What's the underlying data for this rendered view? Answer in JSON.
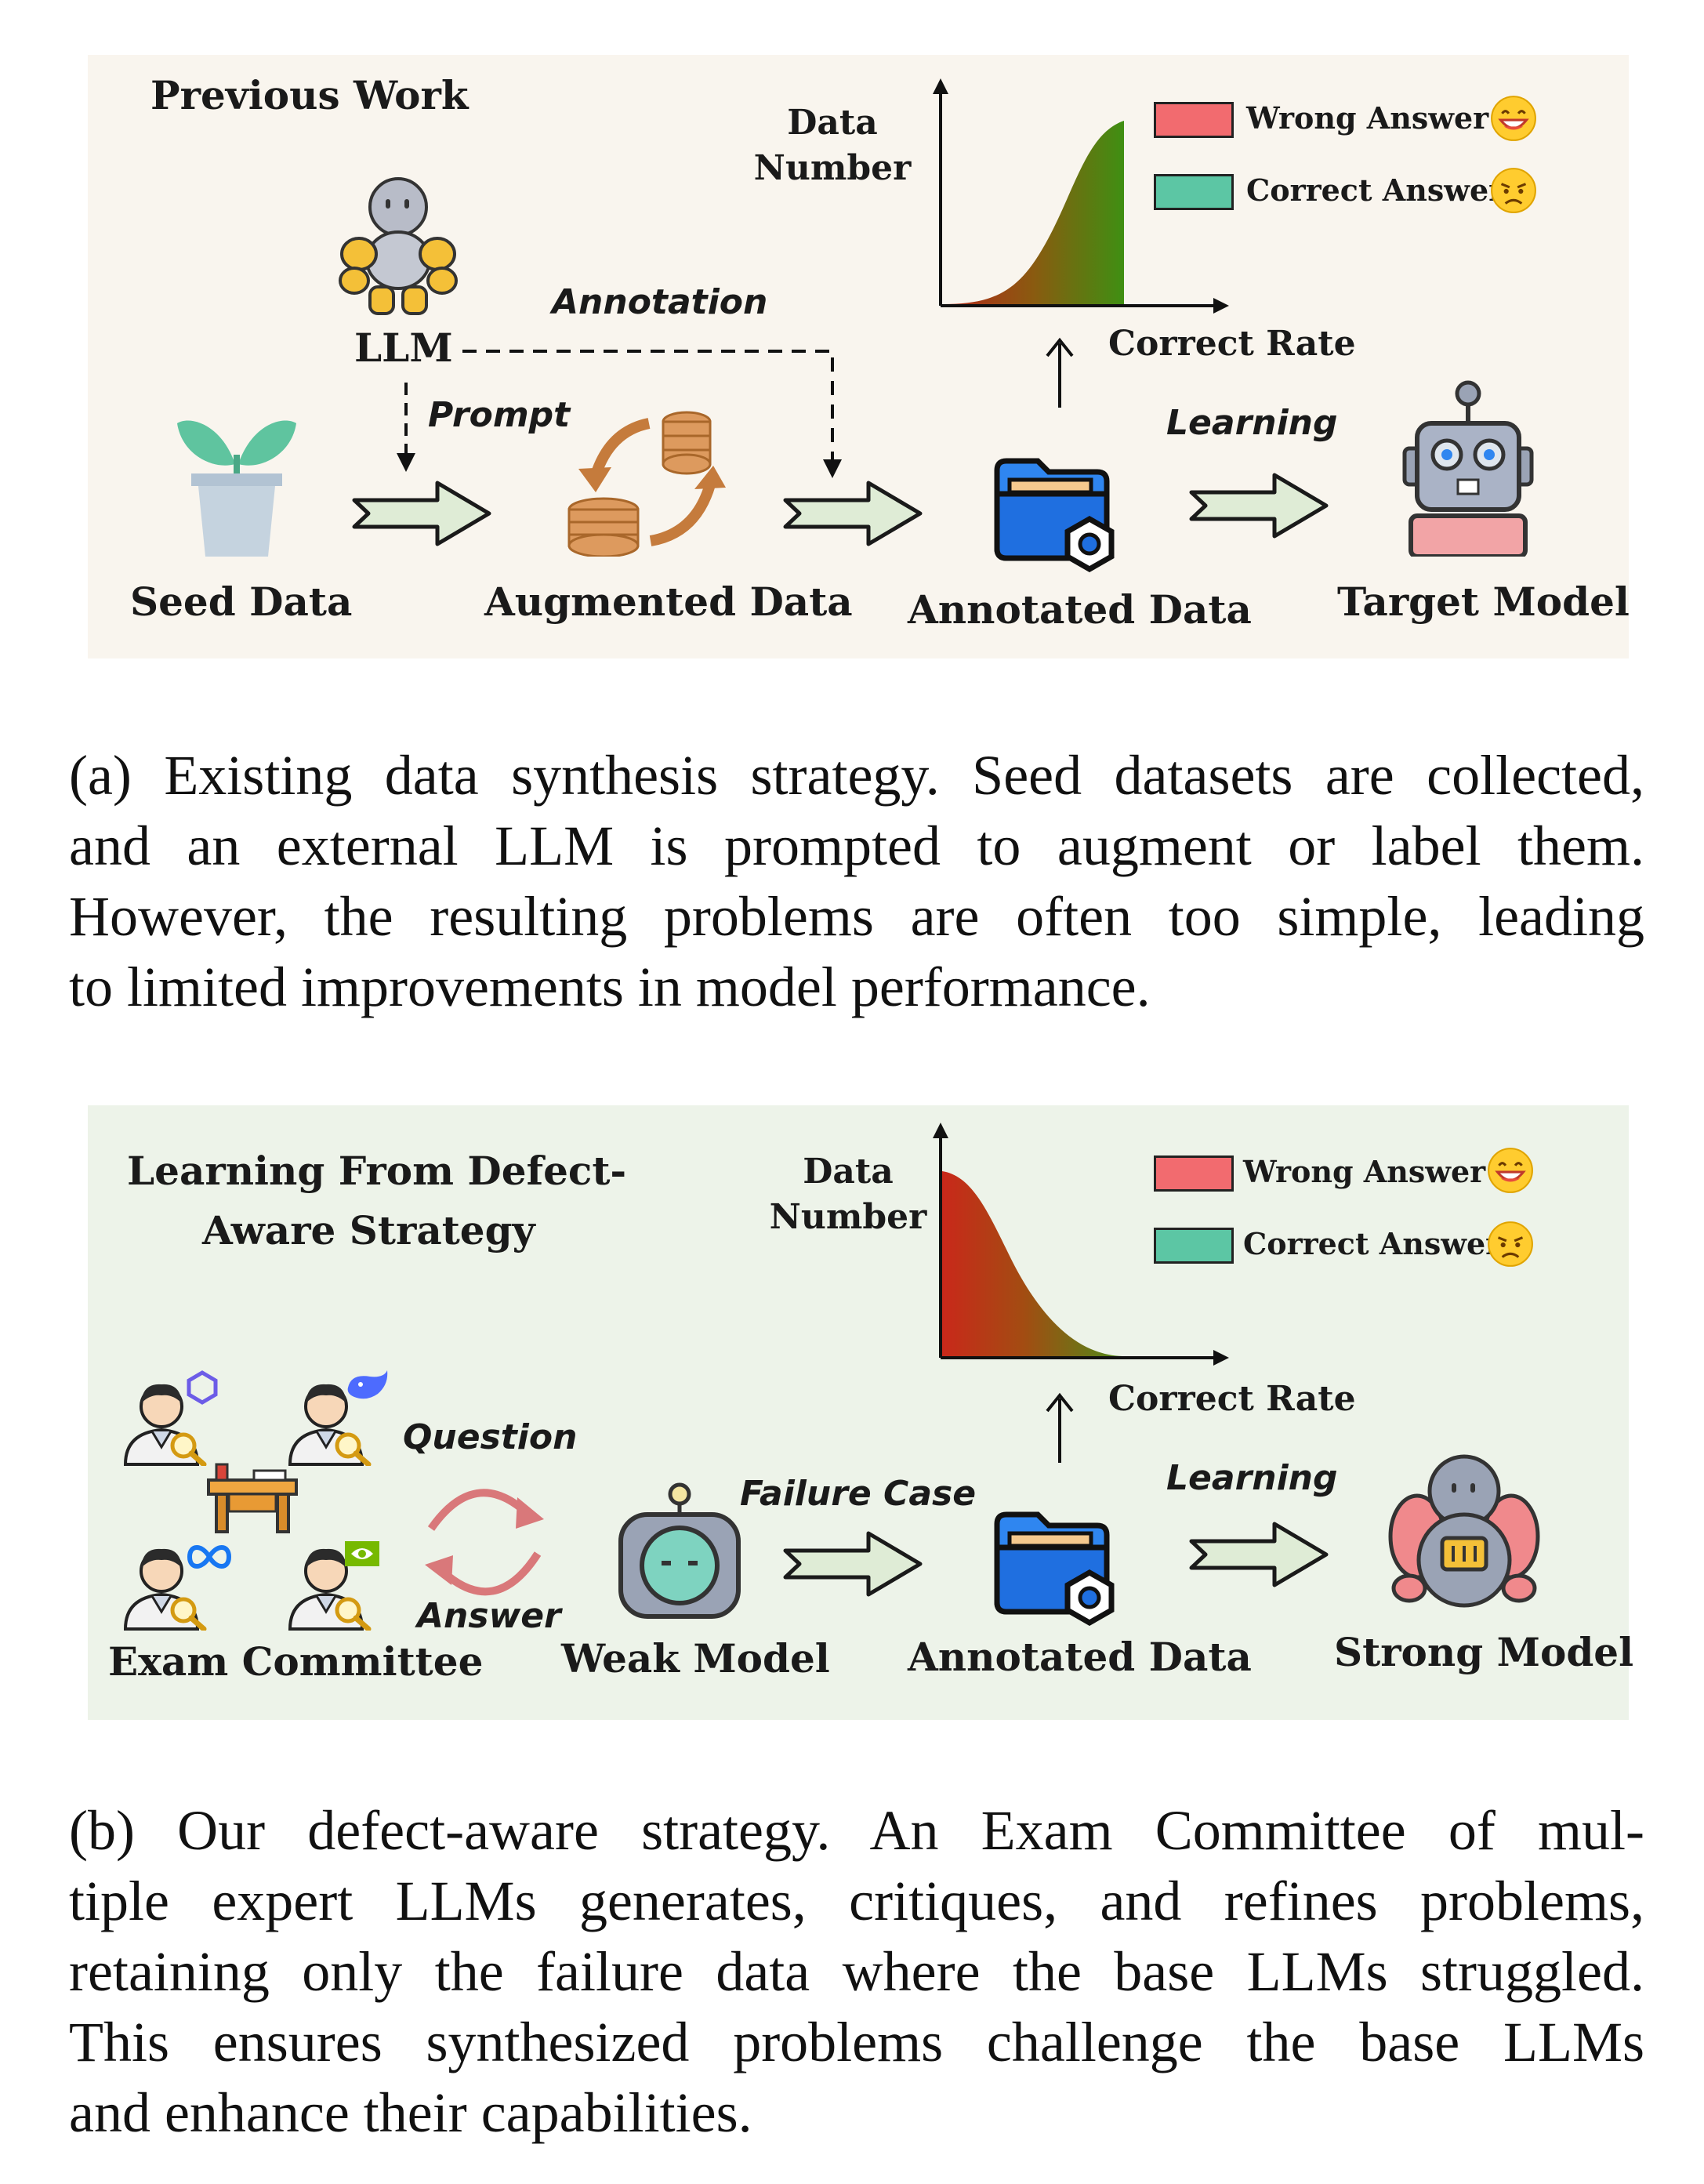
{
  "panel_a": {
    "title": "Previous Work",
    "llm_label": "LLM",
    "annotation_label": "Annotation",
    "prompt_label": "Prompt",
    "learning_label": "Learning",
    "nodes": {
      "seed": "Seed Data",
      "augmented": "Augmented Data",
      "annotated": "Annotated Data",
      "target": "Target Model"
    },
    "chart": {
      "y_label_1": "Data",
      "y_label_2": "Number",
      "x_label": "Correct Rate"
    },
    "legend": [
      {
        "label": "Wrong Answer",
        "color": "#f26b6f",
        "emoji": "grin-emoji"
      },
      {
        "label": "Correct Answer",
        "color": "#5cc6a4",
        "emoji": "sad-emoji"
      }
    ]
  },
  "caption_a": [
    "(a) Existing data synthesis strategy. Seed datasets are collected,",
    "and an external LLM is prompted to augment or label them.",
    "However, the resulting problems are often too simple, leading",
    "to limited improvements in model performance."
  ],
  "panel_b": {
    "title_1": "Learning From Defect-",
    "title_2": "Aware Strategy",
    "question_label": "Question",
    "answer_label": "Answer",
    "failure_label": "Failure Case",
    "learning_label": "Learning",
    "nodes": {
      "committee": "Exam Committee",
      "weak": "Weak Model",
      "annotated": "Annotated Data",
      "strong": "Strong Model"
    },
    "chart": {
      "y_label_1": "Data",
      "y_label_2": "Number",
      "x_label": "Correct Rate"
    },
    "legend": [
      {
        "label": "Wrong Answer",
        "color": "#f26b6f",
        "emoji": "grin-emoji"
      },
      {
        "label": "Correct Answer",
        "color": "#5cc6a4",
        "emoji": "sad-emoji"
      }
    ]
  },
  "caption_b": [
    "(b) Our defect-aware strategy. An Exam Committee of mul-",
    "tiple expert LLMs generates, critiques, and refines problems,",
    "retaining only the failure data where the base LLMs struggled.",
    "This ensures synthesized problems challenge the base LLMs",
    "and enhance their capabilities."
  ]
}
